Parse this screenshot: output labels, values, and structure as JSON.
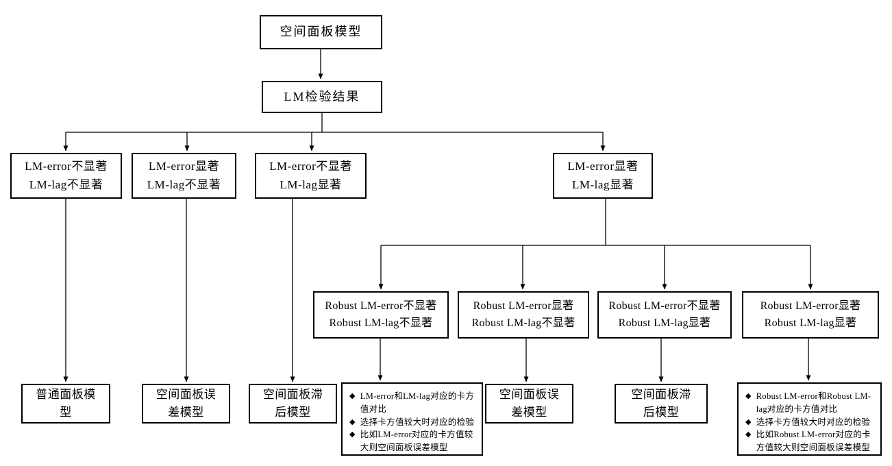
{
  "diagram": {
    "title_hint": "Spatial panel model selection flowchart (LM tests)",
    "bullet_icon": "◆",
    "colors": {
      "line": "#000000",
      "box_border": "#000000",
      "background": "#ffffff",
      "text": "#000000"
    },
    "nodes": {
      "root": {
        "label": "空间面板模型"
      },
      "lm_result": {
        "label": "LM检验结果"
      },
      "lm_both_insig": {
        "label": "LM-error不显著\nLM-lag不显著"
      },
      "lm_error_sig": {
        "label": "LM-error显著\nLM-lag不显著"
      },
      "lm_lag_sig": {
        "label": "LM-error不显著\nLM-lag显著"
      },
      "lm_both_sig": {
        "label": "LM-error显著\nLM-lag显著"
      },
      "robust_both_insig": {
        "label": "Robust LM-error不显著\nRobust LM-lag不显著"
      },
      "robust_error_sig": {
        "label": "Robust LM-error显著\nRobust LM-lag不显著"
      },
      "robust_lag_sig": {
        "label": "Robust LM-error不显著\nRobust LM-lag显著"
      },
      "robust_both_sig": {
        "label": "Robust LM-error显著\nRobust LM-lag显著"
      },
      "ordinary_panel": {
        "label": "普通面板模\n型"
      },
      "spatial_error_model_1": {
        "label": "空间面板误\n差模型"
      },
      "spatial_lag_model_1": {
        "label": "空间面板滞\n后模型"
      },
      "spatial_error_model_2": {
        "label": "空间面板误\n差模型"
      },
      "spatial_lag_model_2": {
        "label": "空间面板滞\n后模型"
      },
      "compare_lm": {
        "items": [
          "LM-error和LM-lag对应的卡方值对比",
          "选择卡方值较大时对应的检验",
          "比如LM-error对应的卡方值较大则空间面板误差模型"
        ]
      },
      "compare_robust": {
        "items": [
          "Robust LM-error和Robust LM-lag对应的卡方值对比",
          "选择卡方值较大时对应的检验",
          "比如Robust LM-error对应的卡方值较大则空间面板误差模型"
        ]
      }
    }
  }
}
